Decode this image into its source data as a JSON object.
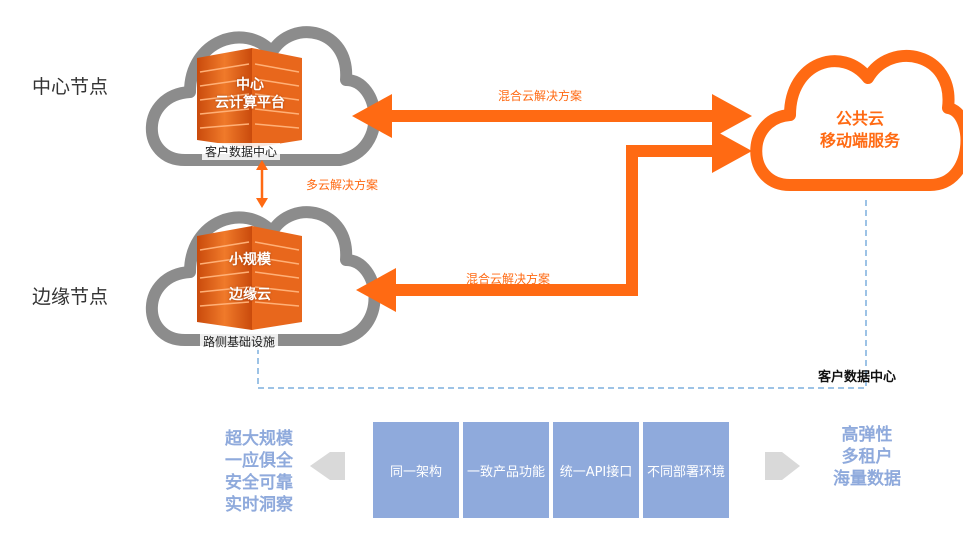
{
  "nodes": {
    "center_label": "中心节点",
    "edge_label": "边缘节点"
  },
  "center_cloud": {
    "server_line1": "中心",
    "server_line2": "云计算平台",
    "caption": "客户数据中心"
  },
  "edge_cloud": {
    "server_line1": "小规模",
    "server_line2": "边缘云",
    "caption": "路侧基础设施"
  },
  "public_cloud": {
    "line1": "公共云",
    "line2": "移动端服务"
  },
  "arrows": {
    "top_hybrid": "混合云解决方案",
    "multi_cloud": "多云解决方案",
    "bottom_hybrid": "混合云解决方案"
  },
  "customer_dc_label": "客户数据中心",
  "left_features": [
    "超大规模",
    "一应俱全",
    "安全可靠",
    "实时洞察"
  ],
  "right_features": [
    "高弹性",
    "多租户",
    "海量数据"
  ],
  "center_features": [
    "同一架构",
    "一致产品功能",
    "统一API接口",
    "不同部署环境"
  ],
  "colors": {
    "orange": "#ff6a13",
    "blue": "#8faadc",
    "cloud_gray": "#8c8c8c"
  }
}
